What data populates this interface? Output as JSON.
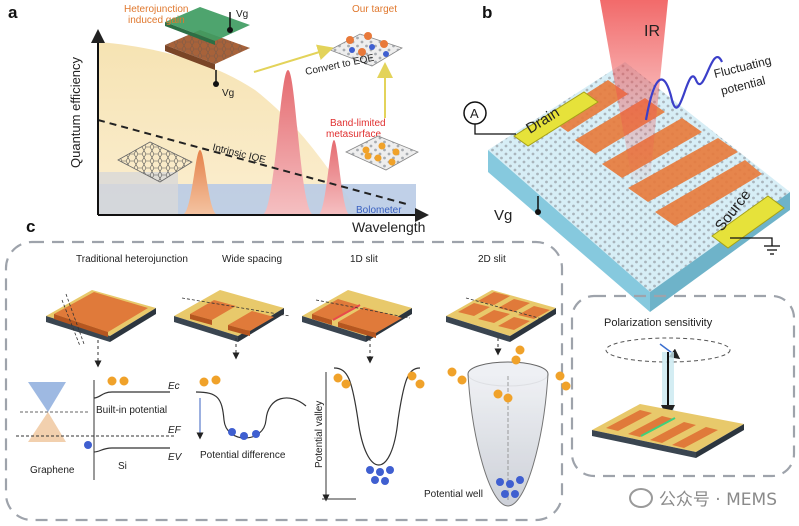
{
  "panels": {
    "a": "a",
    "b": "b",
    "c": "c"
  },
  "panel_a": {
    "ylabel": "Quantum efficiency",
    "xlabel": "Wavelength",
    "heterojunction_label": "Heterojunction\ninduced gain",
    "vg_top": "Vg",
    "vg_bottom": "Vg",
    "our_target": "Our target",
    "convert_to_eqe": "Convert to EQE",
    "band_limited": "Band-limited\nmetasurface",
    "intrinsic_iqe": "Intrinsic IQE",
    "bolometer": "Bolometer"
  },
  "panel_b": {
    "ir": "IR",
    "fluctuating": "Fluctuating\npotential",
    "drain": "Drain",
    "source": "Source",
    "ammeter": "A",
    "vg": "Vg"
  },
  "panel_c": {
    "titles": [
      "Traditional heterojunction",
      "Wide spacing",
      "1D slit",
      "2D slit"
    ],
    "polarization": "Polarization sensitivity",
    "ec": "Ec",
    "ef": "EF",
    "ev": "EV",
    "built_in": "Built-in potential",
    "graphene": "Graphene",
    "si": "Si",
    "potential_difference": "Potential difference",
    "potential_valley": "Potential valley",
    "potential_well": "Potential well"
  },
  "watermark": "公众号 · MEMS",
  "colors": {
    "orange": "#e8793a",
    "gold": "#e8c96b",
    "blue_dot": "#3f5fd0",
    "yellow_electrode": "#e6e23a",
    "substrate": "#86c9de",
    "ir_red": "#e94a4a"
  }
}
